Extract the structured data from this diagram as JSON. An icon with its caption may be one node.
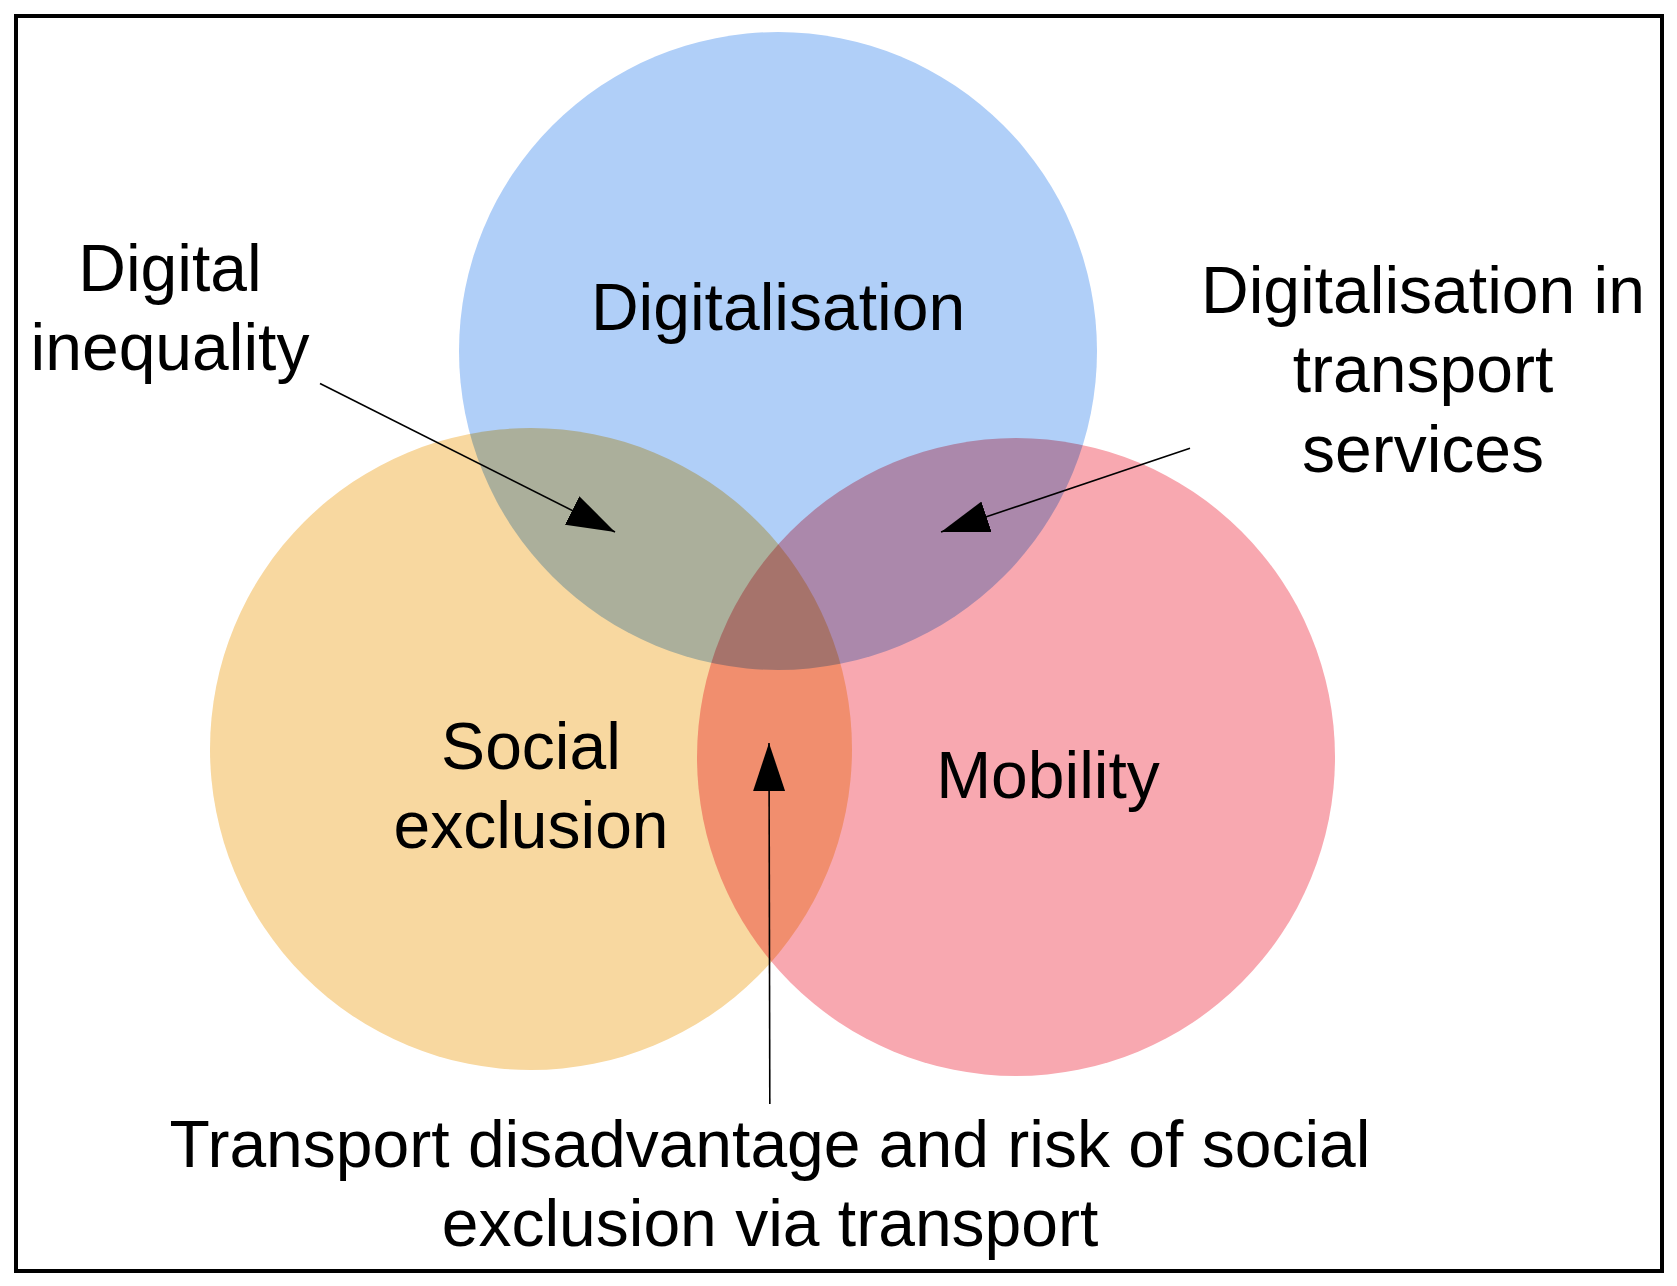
{
  "diagram": {
    "nodes": [
      {
        "text": [
          "Digitalisation"
        ]
      },
      {
        "text": [
          "Social exclusion"
        ]
      },
      {
        "text": [
          "Mobility"
        ]
      },
      {
        "text": [
          "Digital inequality"
        ]
      },
      {
        "text": [
          "Digitalisation in transport services"
        ]
      },
      {
        "text": [
          "Transport disadvantage and risk of social exclusion via transport"
        ]
      }
    ],
    "edges": [
      {
        "from": 3,
        "to": 0,
        "arrow": "to"
      },
      {
        "from": 4,
        "to": 0,
        "arrow": "to"
      },
      {
        "from": 5,
        "to": 2,
        "arrow": "to"
      }
    ]
  }
}
